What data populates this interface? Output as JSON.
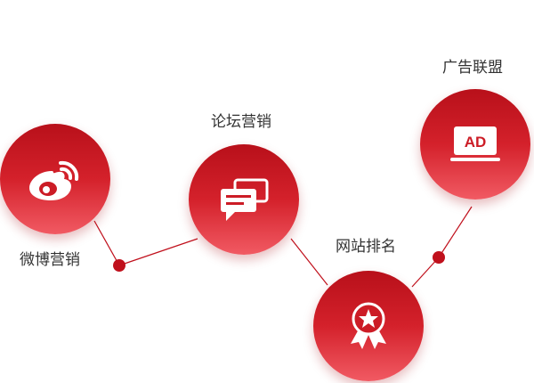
{
  "nodes": [
    {
      "id": "weibo",
      "label": "微博营销",
      "icon": "weibo-icon"
    },
    {
      "id": "forum",
      "label": "论坛营销",
      "icon": "chat-bubbles-icon"
    },
    {
      "id": "seo",
      "label": "网站排名",
      "icon": "award-ribbon-icon"
    },
    {
      "id": "ads",
      "label": "广告联盟",
      "icon": "ad-screen-icon",
      "icon_text": "AD"
    }
  ],
  "colors": {
    "circle_top": "#b8101a",
    "circle_bottom": "#f15a63",
    "connector": "#c0101c",
    "label": "#333333"
  }
}
